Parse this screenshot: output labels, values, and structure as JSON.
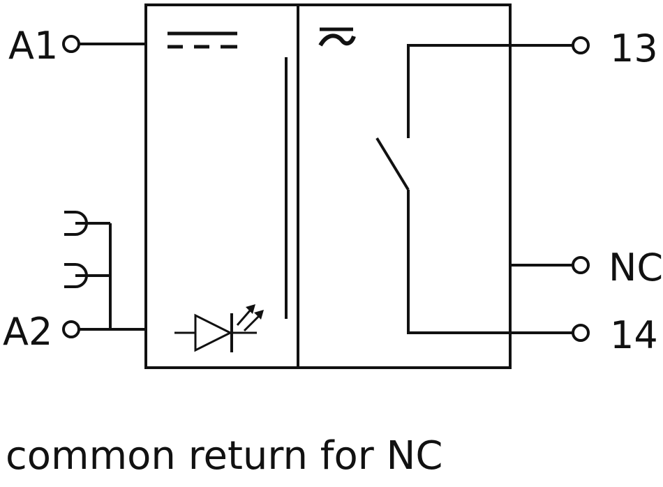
{
  "terminals": {
    "a1": "A1",
    "a2": "A2",
    "t13": "13",
    "nc": "NC",
    "t14": "14"
  },
  "caption": "common return for NC",
  "symbols": {
    "dc_symbol": "dc-current-icon",
    "ac_symbol": "ac-tilde-icon",
    "led_symbol": "led-icon",
    "contact_symbol": "switch-contact-icon"
  },
  "colors": {
    "line": "#111111",
    "background": "#ffffff"
  }
}
